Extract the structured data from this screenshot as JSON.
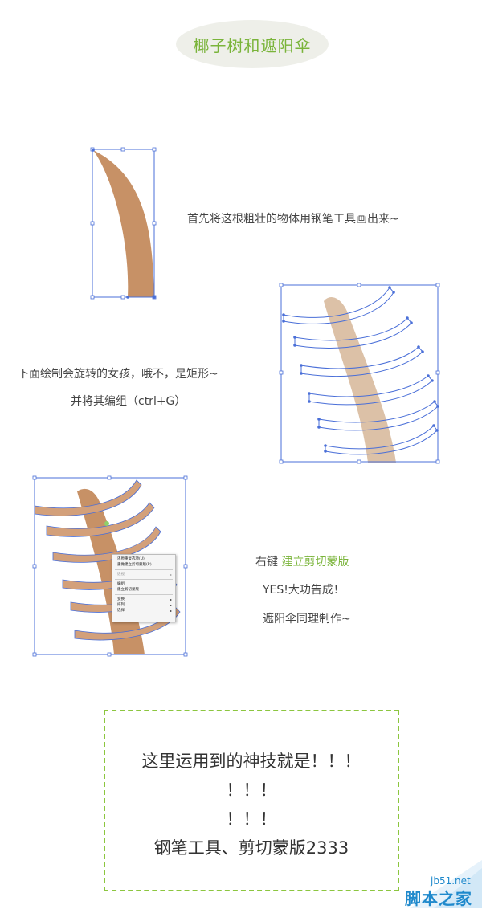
{
  "title": "椰子树和遮阳伞",
  "captions": {
    "step1": "首先将这根粗壮的物体用钢笔工具画出来~",
    "step2_line1": "下面绘制会旋转的女孩，哦不，是矩形~",
    "step2_line2": "并将其编组（ctrl+G）",
    "step3_prefix": "右键",
    "step3_highlight": "建立剪切蒙版",
    "step3_line2": "YES!大功告成！",
    "step3_line3": "遮阳伞同理制作~"
  },
  "context_menu": {
    "items": [
      "还原重复选项(U)",
      "重做建立剪切蒙版(R)",
      "透视",
      "编组",
      "建立剪切蒙版",
      "变换",
      "排列",
      "选择"
    ]
  },
  "summary_box": {
    "line1": "这里运用到的神技就是！！！",
    "line2": "！！！",
    "line3": "！！！",
    "line4": "钢笔工具、剪切蒙版2333"
  },
  "watermark": {
    "url": "jb51.net",
    "name": "脚本之家"
  },
  "colors": {
    "accent_green": "#7ab43a",
    "trunk_brown": "#c79166",
    "trunk_light": "#dcc1a7",
    "selection_blue": "#4a6fd8",
    "dash_green": "#8cc63f",
    "watermark_blue": "#1f89cc"
  }
}
